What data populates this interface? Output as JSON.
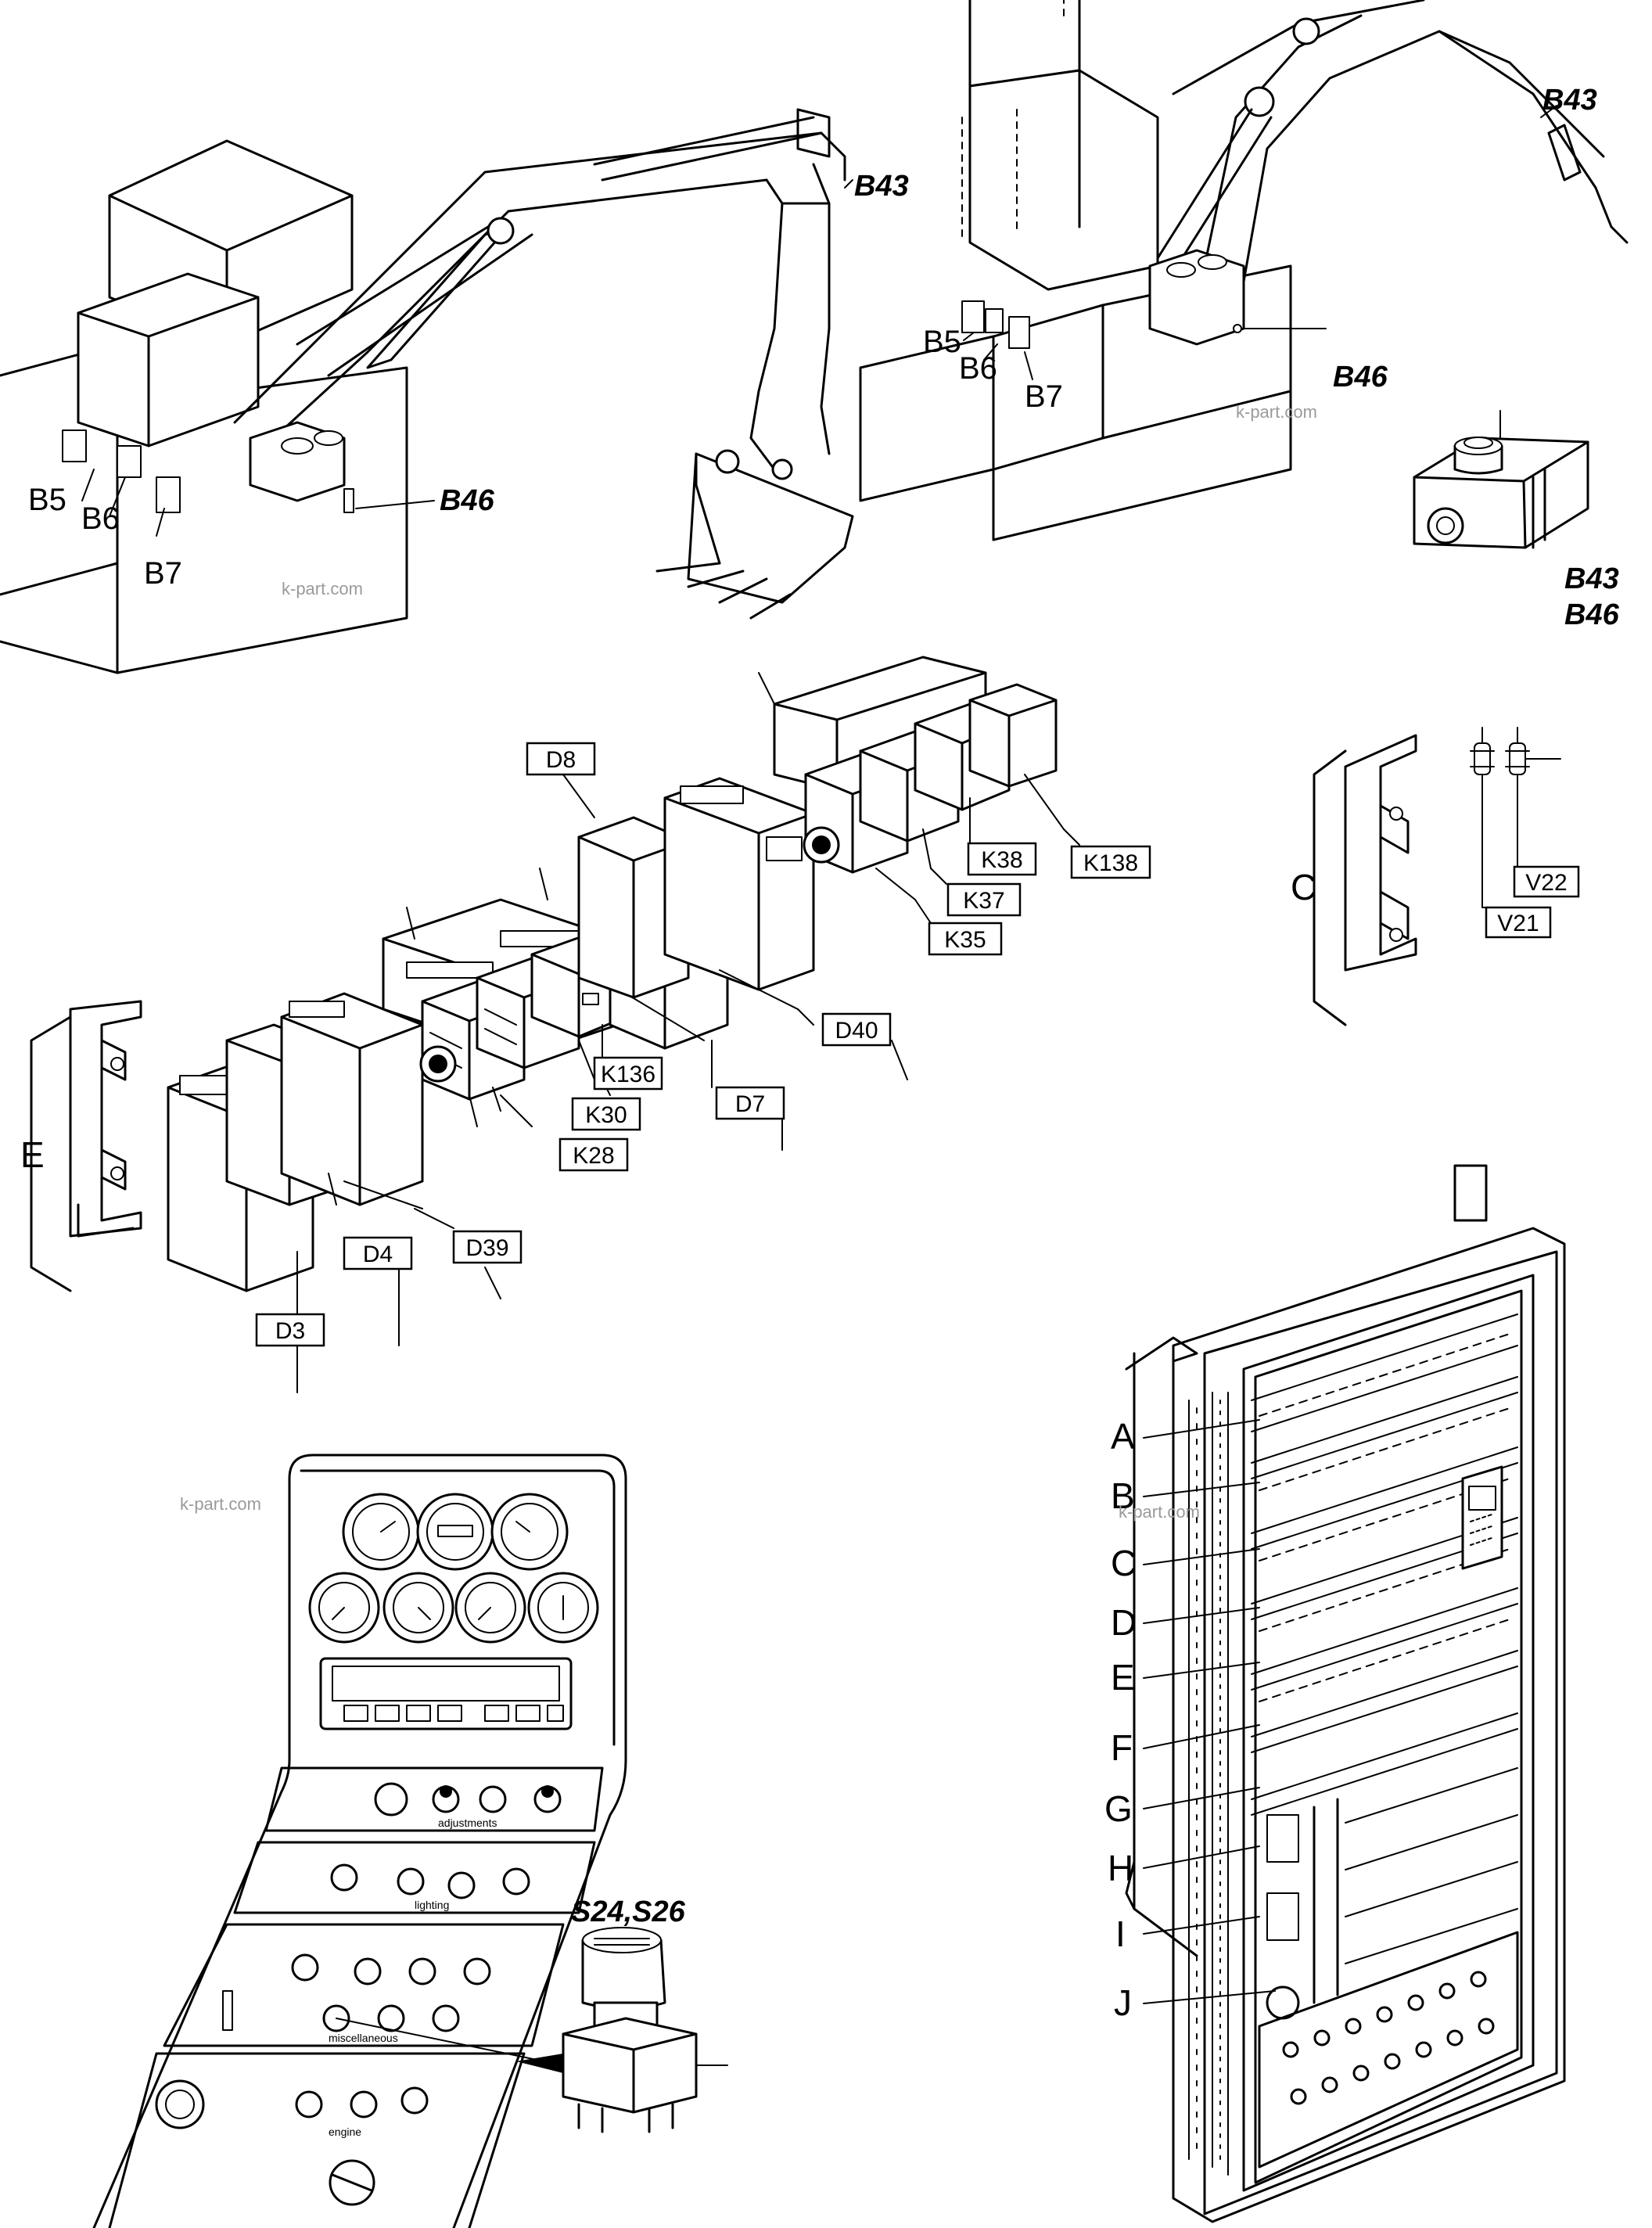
{
  "watermark": "k-part.com",
  "excavator_left": {
    "labels": [
      "B5",
      "B6",
      "B7",
      "B43",
      "B46"
    ]
  },
  "excavator_right": {
    "labels": [
      "B5",
      "B6",
      "B7",
      "B43",
      "B46"
    ]
  },
  "sensor": {
    "label_top": "B43",
    "label_bottom": "B46"
  },
  "relay_rail": {
    "group_left": "E",
    "group_right": "C",
    "boxed": [
      "D3",
      "D4",
      "D39",
      "K28",
      "K30",
      "K136",
      "D7",
      "D8",
      "D40",
      "K35",
      "K37",
      "K38",
      "K138",
      "V21",
      "V22"
    ]
  },
  "panel": {
    "switch_label": "S24,S26",
    "sections": [
      "adjustments",
      "lighting",
      "miscellaneous",
      "engine"
    ]
  },
  "cabinet": {
    "rows": [
      "A",
      "B",
      "C",
      "D",
      "E",
      "F",
      "G",
      "H",
      "I",
      "J"
    ]
  }
}
